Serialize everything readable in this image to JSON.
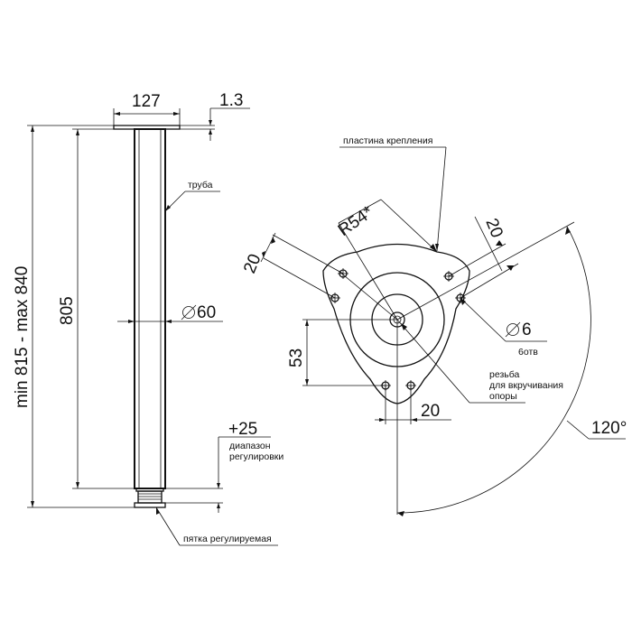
{
  "leg": {
    "dim_top_width": "127",
    "dim_plate_thickness": "1.3",
    "dim_length": "805",
    "dim_total_height": "min 815 - max 840",
    "dim_diameter": "60",
    "dim_adjust": "+25",
    "label_pipe": "труба",
    "label_adjust_range": [
      "диапазон",
      "регулировки"
    ],
    "label_foot": "пятка регулируемая"
  },
  "plate": {
    "label_plate": "пластина крепления",
    "dim_radius": "R54*",
    "dim_hole_spacing_left": "20",
    "dim_hole_spacing_right": "20",
    "dim_hole_spacing_bottom": "20",
    "dim_offset": "53",
    "dim_hole_diameter": "6",
    "label_holes_count": "6отв",
    "label_thread": [
      "резьба",
      "для вкручивания",
      "опоры"
    ],
    "dim_angle": "120°"
  },
  "icons": {
    "diameter_symbol": "diameter-icon"
  }
}
